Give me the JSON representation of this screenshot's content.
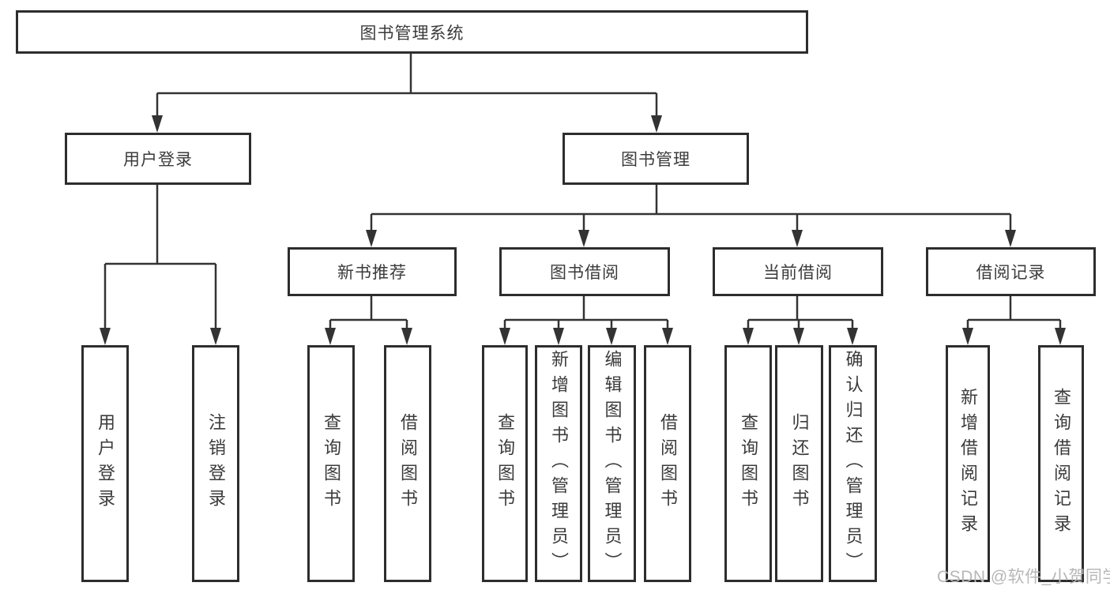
{
  "diagram": {
    "type": "hierarchy-diagram",
    "title": "图书管理系统"
  },
  "tree": {
    "root": {
      "label": "图书管理系统"
    },
    "branches": [
      {
        "label": "用户登录",
        "children": [
          "用户登录",
          "注销登录"
        ]
      },
      {
        "label": "图书管理",
        "children": [
          {
            "label": "新书推荐",
            "children": [
              "查询图书",
              "借阅图书"
            ]
          },
          {
            "label": "图书借阅",
            "children": [
              "查询图书",
              "新增图书（管理员）",
              "编辑图书（管理员）",
              "借阅图书"
            ]
          },
          {
            "label": "当前借阅",
            "children": [
              "查询图书",
              "归还图书",
              "确认归还（管理员）"
            ]
          },
          {
            "label": "借阅记录",
            "children": [
              "新增借阅记录",
              "查询借阅记录"
            ]
          }
        ]
      }
    ]
  },
  "watermark": {
    "text": "CSDN @软件_小贺同学"
  },
  "colors": {
    "background": "#ffffff",
    "box_border": "#2d2d2d",
    "connector_line": "#333333",
    "text": "#3b3b3b",
    "watermark": "#b7b7b7"
  }
}
